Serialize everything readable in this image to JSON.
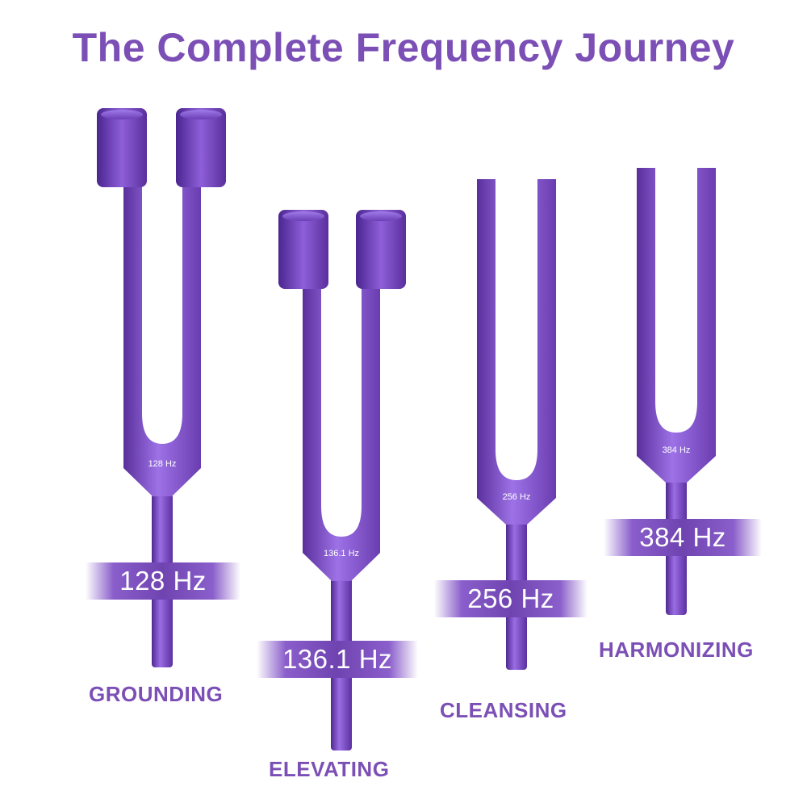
{
  "title": "The Complete Frequency Journey",
  "colors": {
    "accent": "#7b4fb5",
    "fork_dark": "#5a2f9c",
    "fork_mid": "#8252d0",
    "fork_light": "#9d72e6"
  },
  "forks": [
    {
      "engraving": "128 Hz",
      "frequency_label": "128 Hz",
      "role": "GROUNDING",
      "weighted": true
    },
    {
      "engraving": "136.1 Hz",
      "frequency_label": "136.1 Hz",
      "role": "ELEVATING",
      "weighted": true
    },
    {
      "engraving": "256 Hz",
      "frequency_label": "256 Hz",
      "role": "CLEANSING",
      "weighted": false
    },
    {
      "engraving": "384 Hz",
      "frequency_label": "384 Hz",
      "role": "HARMONIZING",
      "weighted": false
    }
  ]
}
